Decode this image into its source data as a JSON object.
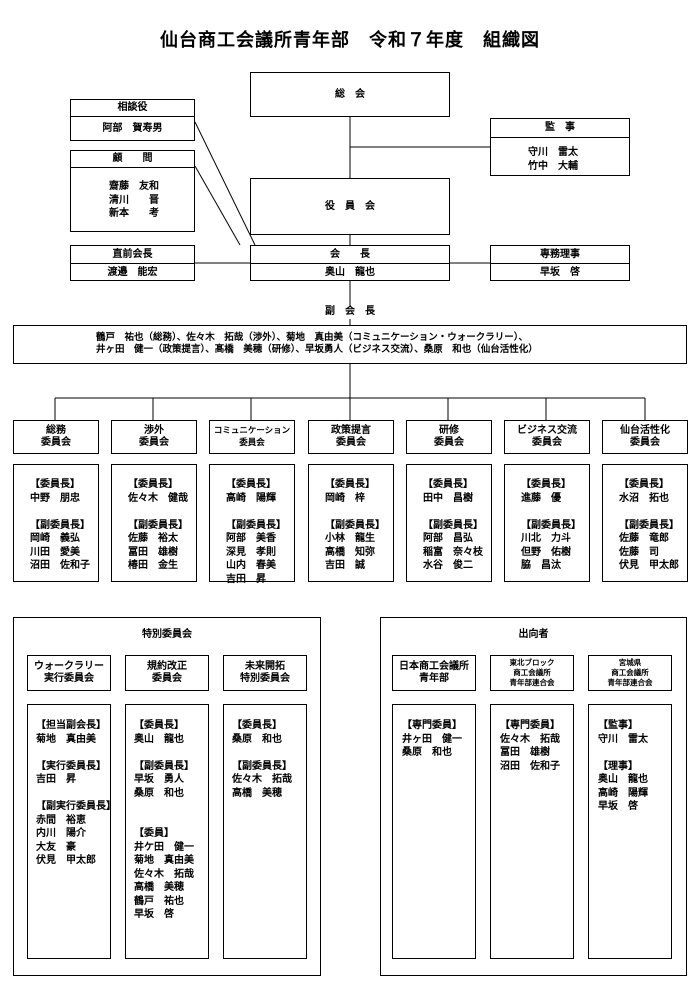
{
  "title": "仙台商工会議所青年部　令和７年度　組織図",
  "general_meeting": "総　会",
  "auditors": {
    "title": "監　事",
    "members": [
      "守川　雷太",
      "竹中　大輔"
    ]
  },
  "advisor": {
    "title": "相談役",
    "members": [
      "阿部　賀寿男"
    ]
  },
  "counselors": {
    "title": "顧　　問",
    "members": [
      "齋藤　友和",
      "清川　　晋",
      "新本　　考"
    ]
  },
  "board": "役　員　会",
  "former_president": {
    "title": "直前会長",
    "name": "渡邉　能宏"
  },
  "president": {
    "title": "会　　長",
    "name": "奥山　龍也"
  },
  "executive_director": {
    "title": "専務理事",
    "name": "早坂　啓"
  },
  "vice_presidents": {
    "label": "副　会　長",
    "line1": "鶴戸　祐也（総務）、佐々木　拓哉（渉外）、菊地　真由美（コミュニケーション・ウォークラリー）、",
    "line2": "井ヶ田　健一（政策提言）、髙橋　美穂（研修）、早坂勇人（ビジネス交流）、桑原　和也（仙台活性化）"
  },
  "committees": [
    {
      "name": "総務\n委員会",
      "members": [
        "【委員長】",
        "中野　朋忠",
        "",
        "【副委員長】",
        "岡崎　義弘",
        "川田　愛美",
        "沼田　佐和子"
      ]
    },
    {
      "name": "渉外\n委員会",
      "members": [
        "【委員長】",
        "佐々木　健哉",
        "",
        "【副委員長】",
        "佐藤　裕太",
        "冨田　雄樹",
        "椿田　金生"
      ]
    },
    {
      "name": "コミュニケーション\n委員会",
      "members": [
        "【委員長】",
        "高崎　陽輝",
        "",
        "【副委員長】",
        "阿部　美香",
        "深見　孝則",
        "山内　春美",
        "吉田　昇"
      ]
    },
    {
      "name": "政策提言\n委員会",
      "members": [
        "【委員長】",
        "岡崎　梓",
        "",
        "【副委員長】",
        "小林　龍生",
        "高橋　知弥",
        "吉田　誠"
      ]
    },
    {
      "name": "研修\n委員会",
      "members": [
        "【委員長】",
        "田中　昌樹",
        "",
        "【副委員長】",
        "阿部　昌弘",
        "稲富　奈々枝",
        "水谷　俊二"
      ]
    },
    {
      "name": "ビジネス交流\n委員会",
      "members": [
        "【委員長】",
        "進藤　優",
        "",
        "【副委員長】",
        "川北　力斗",
        "但野　佑樹",
        "脇　昌汰"
      ]
    },
    {
      "name": "仙台活性化\n委員会",
      "members": [
        "【委員長】",
        "水沼　拓也",
        "",
        "【副委員長】",
        "佐藤　竜郎",
        "佐藤　司",
        "伏見　甲太郎"
      ]
    }
  ],
  "special": {
    "title": "特別委員会",
    "committees": [
      {
        "name": "ウォークラリー\n実行委員会",
        "members": [
          "【担当副会長】",
          "菊地　真由美",
          "",
          "【実行委員長】",
          "吉田　昇",
          "",
          "【副実行委員長】",
          "赤間　裕恵",
          "内川　陽介",
          "大友　豪",
          "伏見　甲太郎"
        ]
      },
      {
        "name": "規約改正\n委員会",
        "members": [
          "【委員長】",
          "奥山　龍也",
          "",
          "【副委員長】",
          "早坂　勇人",
          "桑原　和也",
          "",
          "",
          "【委員】",
          "井ケ田　健一",
          "菊地　真由美",
          "佐々木　拓哉",
          "高橋　美穂",
          "鶴戸　祐也",
          "早坂　啓"
        ]
      },
      {
        "name": "未来開拓\n特別委員会",
        "members": [
          "【委員長】",
          "桑原　和也",
          "",
          "【副委員長】",
          "佐々木　拓哉",
          "高橋　美穂"
        ]
      }
    ]
  },
  "seconded": {
    "title": "出向者",
    "groups": [
      {
        "name": "日本商工会議所\n青年部",
        "members": [
          "【専門委員】",
          "井ヶ田　健一",
          "桑原　和也"
        ]
      },
      {
        "name": "東北ブロック\n商工会議所\n青年部連合会",
        "members": [
          "【専門委員】",
          "佐々木　拓哉",
          "冨田　雄樹",
          "沼田　佐和子"
        ]
      },
      {
        "name": "宮城県\n商工会議所\n青年部連合会",
        "members": [
          "【監事】",
          "守川　雷太",
          "",
          "【理事】",
          "奥山　龍也",
          "高崎　陽輝",
          "早坂　啓"
        ]
      }
    ]
  }
}
